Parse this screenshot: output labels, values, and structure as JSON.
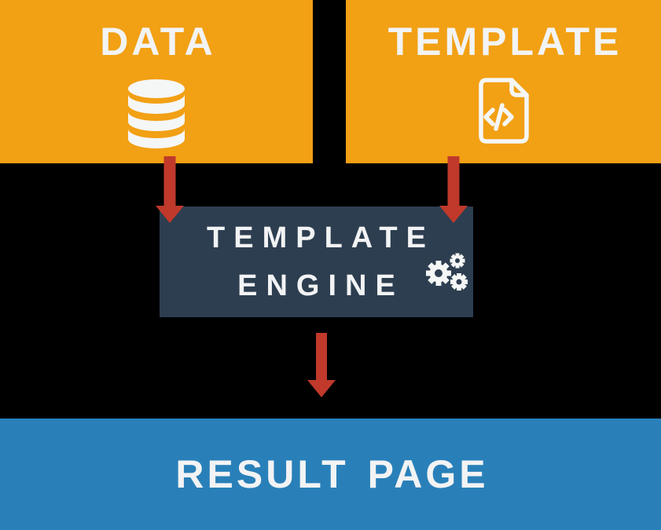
{
  "diagram": {
    "title_semantic": "template-engine-flow-diagram",
    "colors": {
      "box_orange": "#F2A014",
      "box_dark": "#2D3E50",
      "box_blue": "#2980B9",
      "arrow_red": "#C0392B",
      "text_light": "#F2F3F4",
      "icon_light": "#F5F6F6",
      "background": "#000000"
    },
    "nodes": {
      "data": {
        "label": "DATA",
        "icon": "database-icon"
      },
      "template": {
        "label": "TEMPLATE",
        "icon": "code-file-icon"
      },
      "engine": {
        "label_line1": "TEMPLATE",
        "label_line2": "ENGINE",
        "icon": "gears-icon"
      },
      "result": {
        "label": "RESULT PAGE"
      }
    },
    "arrows": [
      {
        "from": "data",
        "to": "engine"
      },
      {
        "from": "template",
        "to": "engine"
      },
      {
        "from": "engine",
        "to": "result"
      }
    ]
  }
}
